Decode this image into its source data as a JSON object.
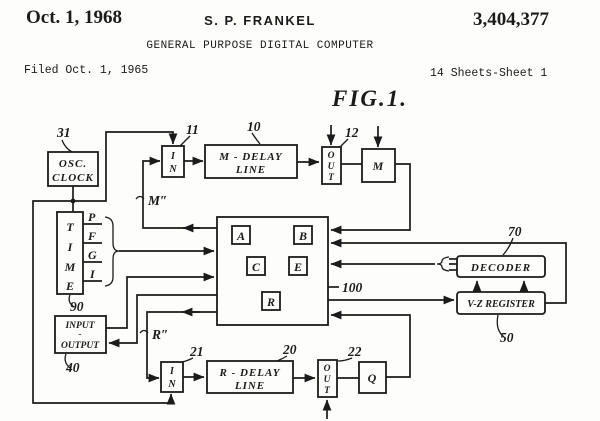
{
  "header": {
    "date": "Oct. 1, 1968",
    "inventor": "S. P. FRANKEL",
    "patent_number": "3,404,377",
    "doc_title": "GENERAL PURPOSE DIGITAL COMPUTER",
    "filed": "Filed Oct. 1, 1965",
    "sheet_info": "14 Sheets-Sheet 1"
  },
  "figure": {
    "label": "FIG.1."
  },
  "diagram": {
    "osc_clock": {
      "line1": "OSC.",
      "line2": "CLOCK",
      "ref": "31"
    },
    "in_top": {
      "letters": [
        "I",
        "N"
      ],
      "ref": "11"
    },
    "m_delay": {
      "line1": "M - DELAY",
      "line2": "LINE",
      "ref": "10"
    },
    "out_top": {
      "letters": [
        "O",
        "U",
        "T"
      ],
      "ref": "12"
    },
    "m_box": {
      "label": "M"
    },
    "time_box": {
      "letters": [
        "T",
        "I",
        "M",
        "E"
      ],
      "outputs": [
        "P",
        "F",
        "G",
        "I"
      ],
      "ref": "90"
    },
    "io_box": {
      "line1": "INPUT",
      "line2": "-",
      "line3": "OUTPUT",
      "ref": "40"
    },
    "cpu_block": {
      "registers": [
        "A",
        "B",
        "C",
        "E",
        "R"
      ],
      "ref": "100"
    },
    "decoder": {
      "label": "DECODER",
      "ref": "70"
    },
    "vz_register": {
      "label": "V-Z REGISTER",
      "ref": "50"
    },
    "in_bottom": {
      "letters": [
        "I",
        "N"
      ],
      "ref": "21"
    },
    "r_delay": {
      "line1": "R - DELAY",
      "line2": "LINE",
      "ref": "20"
    },
    "out_bottom": {
      "letters": [
        "O",
        "U",
        "T"
      ],
      "ref": "22"
    },
    "q_box": {
      "label": "Q"
    },
    "signals": {
      "m_prime": "M″",
      "r_prime": "R″"
    }
  },
  "colors": {
    "ink": "#1b1b1b",
    "paper": "#fdfdfb"
  }
}
